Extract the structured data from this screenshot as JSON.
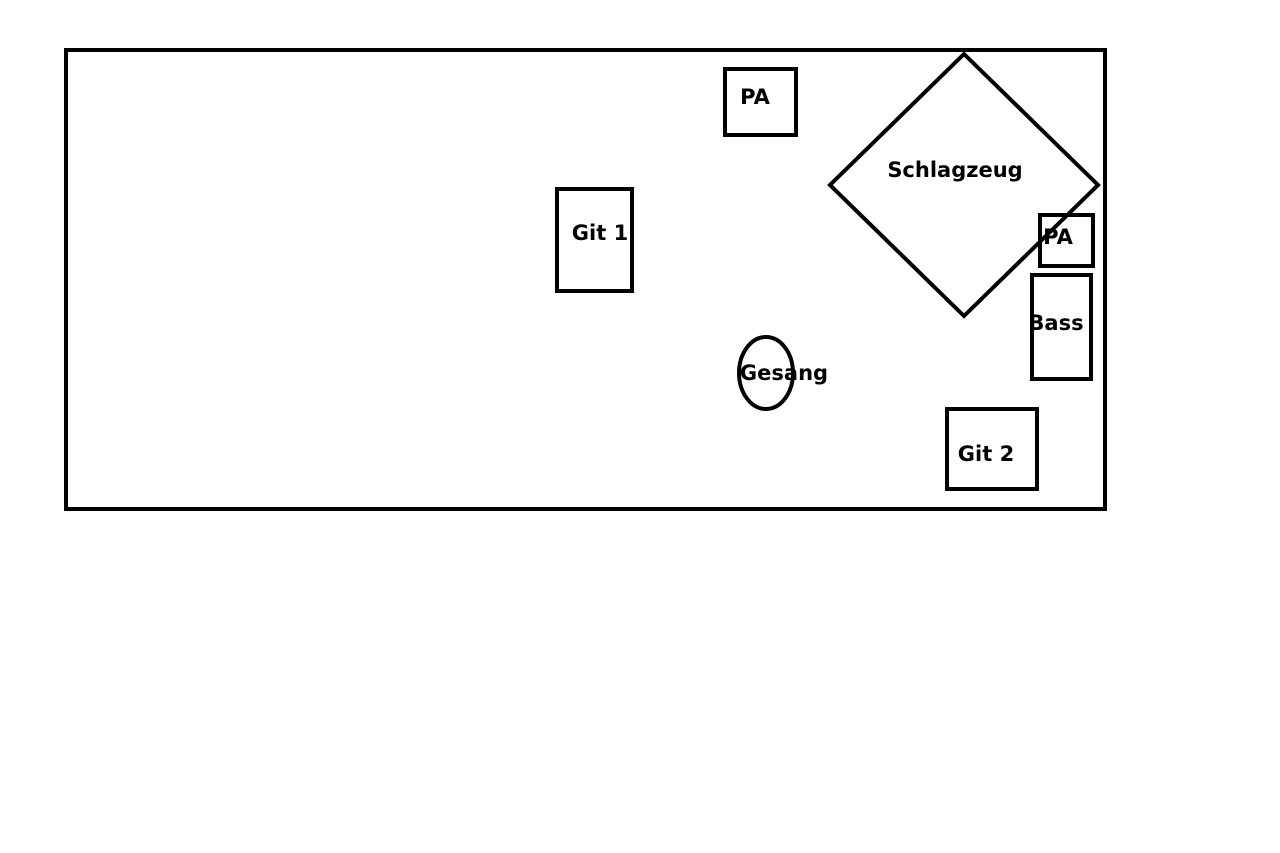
{
  "diagram": {
    "stroke_color": "#000000",
    "background_color": "#ffffff",
    "labels": {
      "pa_top": "PA",
      "schlagzeug": "Schlagzeug",
      "git1": "Git 1",
      "pa_right": "PA",
      "bass": "Bass",
      "gesang": "Gesang",
      "git2": "Git 2"
    }
  }
}
